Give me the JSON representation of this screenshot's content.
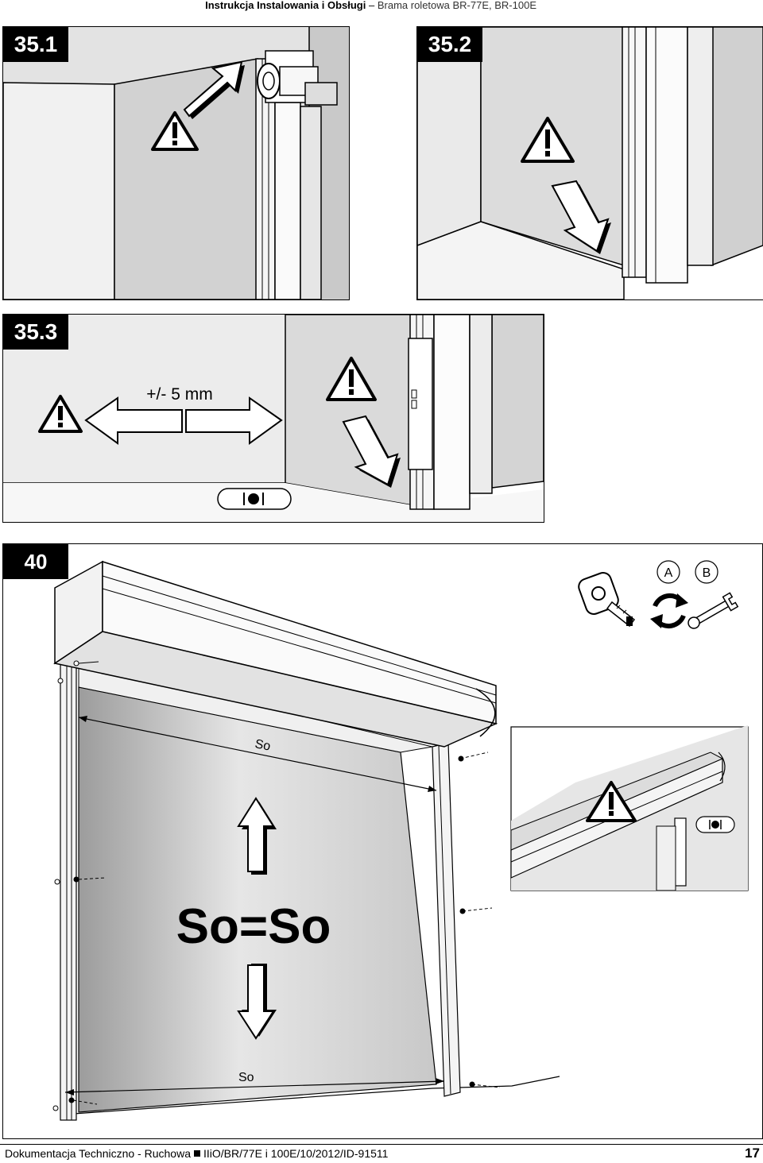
{
  "header": {
    "title_bold": "Instrukcja Instalowania i Obsługi",
    "separator": " – ",
    "subtitle": "Brama roletowa BR-77E, BR-100E"
  },
  "steps": [
    {
      "number": "35.1",
      "icons": [
        "warning-icon",
        "push-arrow-icon"
      ]
    },
    {
      "number": "35.2",
      "icons": [
        "warning-icon",
        "push-arrow-icon"
      ]
    },
    {
      "number": "35.3",
      "tolerance": "+/- 5 mm",
      "icons": [
        "warning-icon",
        "double-arrow-icon",
        "push-arrow-icon",
        "level-icon"
      ]
    },
    {
      "number": "40",
      "icons": [
        "tape-measure-icon",
        "rotate-icon",
        "wrench-icon",
        "warning-icon",
        "level-icon"
      ]
    }
  ],
  "step40": {
    "option_a": "A",
    "option_b": "B",
    "so_top": "So",
    "so_bottom": "So",
    "equation": "So=So"
  },
  "footer": {
    "doc": "Dokumentacja Techniczno - Ruchowa",
    "code": "IIiO/BR/77E i 100E/10/2012/ID-91511",
    "page": "17"
  }
}
